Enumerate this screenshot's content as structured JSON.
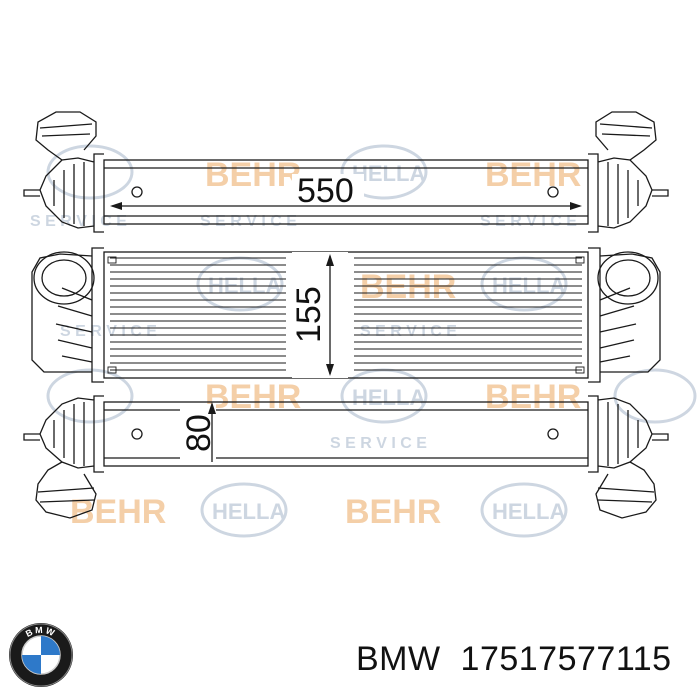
{
  "watermarks": {
    "behr": "BEHR",
    "hella": "HELLA",
    "service": "S E R V I C E"
  },
  "dimensions": {
    "length": "550",
    "height": "155",
    "offset": "80"
  },
  "caption": {
    "brand": "BMW",
    "part_number": "17517577115"
  },
  "logo": {
    "text": "BMW",
    "colors": {
      "blue": "#2e79c9",
      "white": "#ffffff",
      "ring": "#1a1a1a"
    }
  },
  "colors": {
    "line": "#1a1a1a",
    "watermark_orange": "#f3c79a",
    "watermark_gray": "#c5cfdc"
  }
}
